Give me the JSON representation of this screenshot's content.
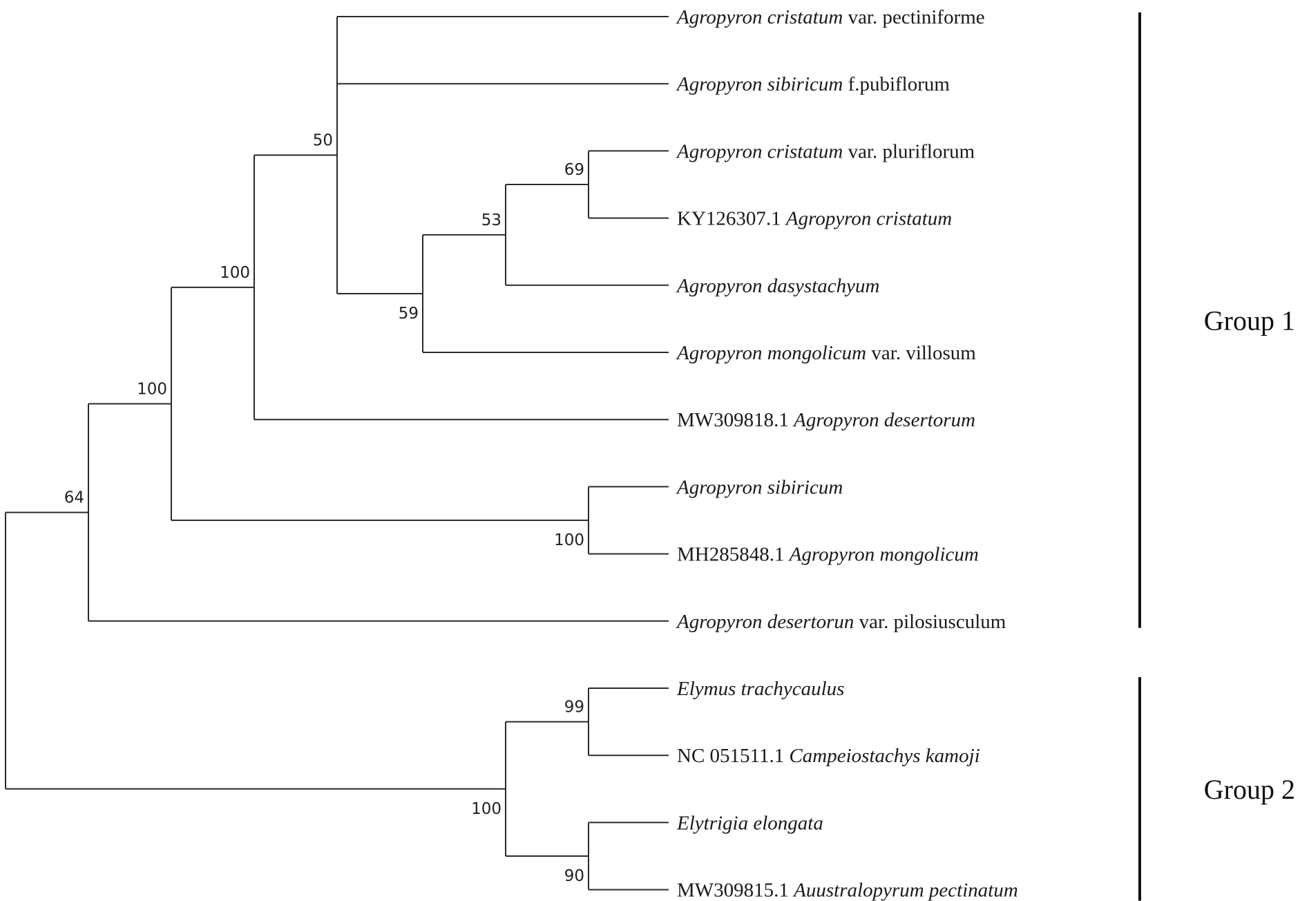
{
  "tree": {
    "taxa": [
      {
        "id": "t1",
        "parts": [
          {
            "text": "Agropyron cristatum",
            "italic": true
          },
          {
            "text": " var. pectiniforme",
            "italic": false
          }
        ]
      },
      {
        "id": "t2",
        "parts": [
          {
            "text": "Agropyron sibiricum",
            "italic": true
          },
          {
            "text": " f.pubiflorum",
            "italic": false
          }
        ]
      },
      {
        "id": "t3",
        "parts": [
          {
            "text": "Agropyron cristatum",
            "italic": true
          },
          {
            "text": " var. pluriflorum",
            "italic": false
          }
        ]
      },
      {
        "id": "t4",
        "parts": [
          {
            "text": "KY126307.1 ",
            "italic": false
          },
          {
            "text": "Agropyron cristatum",
            "italic": true
          }
        ]
      },
      {
        "id": "t5",
        "parts": [
          {
            "text": "Agropyron dasystachyum",
            "italic": true
          }
        ]
      },
      {
        "id": "t6",
        "parts": [
          {
            "text": "Agropyron mongolicum",
            "italic": true
          },
          {
            "text": " var. villosum",
            "italic": false
          }
        ]
      },
      {
        "id": "t7",
        "parts": [
          {
            "text": "MW309818.1 ",
            "italic": false
          },
          {
            "text": "Agropyron desertorum",
            "italic": true
          }
        ]
      },
      {
        "id": "t8",
        "parts": [
          {
            "text": "Agropyron sibiricum",
            "italic": true
          }
        ]
      },
      {
        "id": "t9",
        "parts": [
          {
            "text": "MH285848.1 ",
            "italic": false
          },
          {
            "text": "Agropyron mongolicum",
            "italic": true
          }
        ]
      },
      {
        "id": "t10",
        "parts": [
          {
            "text": "Agropyron desertorun",
            "italic": true
          },
          {
            "text": " var. pilosiusculum",
            "italic": false
          }
        ]
      },
      {
        "id": "t11",
        "parts": [
          {
            "text": "Elymus trachycaulus",
            "italic": true
          }
        ]
      },
      {
        "id": "t12",
        "parts": [
          {
            "text": "NC 051511.1 ",
            "italic": false
          },
          {
            "text": "Campeiostachys kamoji",
            "italic": true
          }
        ]
      },
      {
        "id": "t13",
        "parts": [
          {
            "text": "Elytrigia elongata",
            "italic": true
          }
        ]
      },
      {
        "id": "t14",
        "parts": [
          {
            "text": "MW309815.1 ",
            "italic": false
          },
          {
            "text": "Auustralopyrum pectinatum",
            "italic": true
          }
        ]
      }
    ],
    "nodes": [
      {
        "id": "root",
        "children": [
          "n64",
          "n100c"
        ],
        "support": ""
      },
      {
        "id": "n64",
        "children": [
          "n100a",
          "t10"
        ],
        "support": "64"
      },
      {
        "id": "n100a",
        "children": [
          "n100b",
          "n100d"
        ],
        "support": "100"
      },
      {
        "id": "n100b",
        "children": [
          "n50",
          "t7"
        ],
        "support": "100"
      },
      {
        "id": "n50",
        "children": [
          "t1",
          "t2",
          "n59"
        ],
        "support": "50"
      },
      {
        "id": "n59",
        "children": [
          "n53",
          "t6"
        ],
        "support": "59"
      },
      {
        "id": "n53",
        "children": [
          "n69",
          "t5"
        ],
        "support": "53"
      },
      {
        "id": "n69",
        "children": [
          "t3",
          "t4"
        ],
        "support": "69"
      },
      {
        "id": "n100d",
        "children": [
          "t8",
          "t9"
        ],
        "support": "100"
      },
      {
        "id": "n100c",
        "children": [
          "n99",
          "n90"
        ],
        "support": "100"
      },
      {
        "id": "n99",
        "children": [
          "t11",
          "t12"
        ],
        "support": "99"
      },
      {
        "id": "n90",
        "children": [
          "t13",
          "t14"
        ],
        "support": "90"
      }
    ],
    "groups": [
      {
        "label": "Group 1",
        "from": "t1",
        "to": "t10"
      },
      {
        "label": "Group 2",
        "from": "t11",
        "to": "t14"
      }
    ]
  }
}
